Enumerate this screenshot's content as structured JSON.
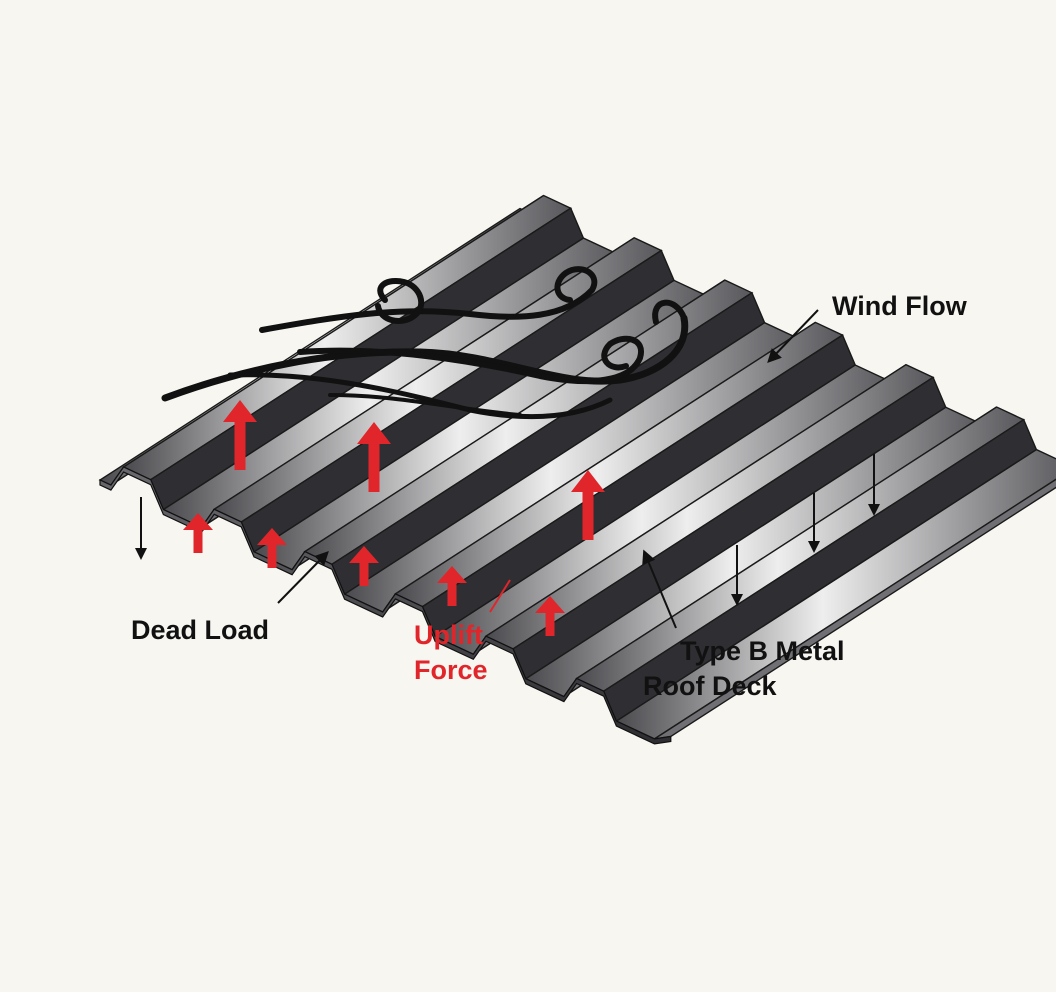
{
  "labels": {
    "wind_flow": "Wind Flow",
    "dead_load": "Dead Load",
    "uplift_line1": "Uplift",
    "uplift_line2": "Force",
    "deck_line1": "Type B Metal",
    "deck_line2": "Roof Deck"
  },
  "colors": {
    "background": "#f7f6f1",
    "uplift": "#e0262b",
    "ink": "#111111",
    "metal_dark": "#3a3a3c",
    "metal_light": "#e8e8e8"
  },
  "icons": {
    "wind": "wind-swirl-icon",
    "uplift": "red-up-arrow-icon",
    "dead_load": "black-down-arrow-icon"
  }
}
